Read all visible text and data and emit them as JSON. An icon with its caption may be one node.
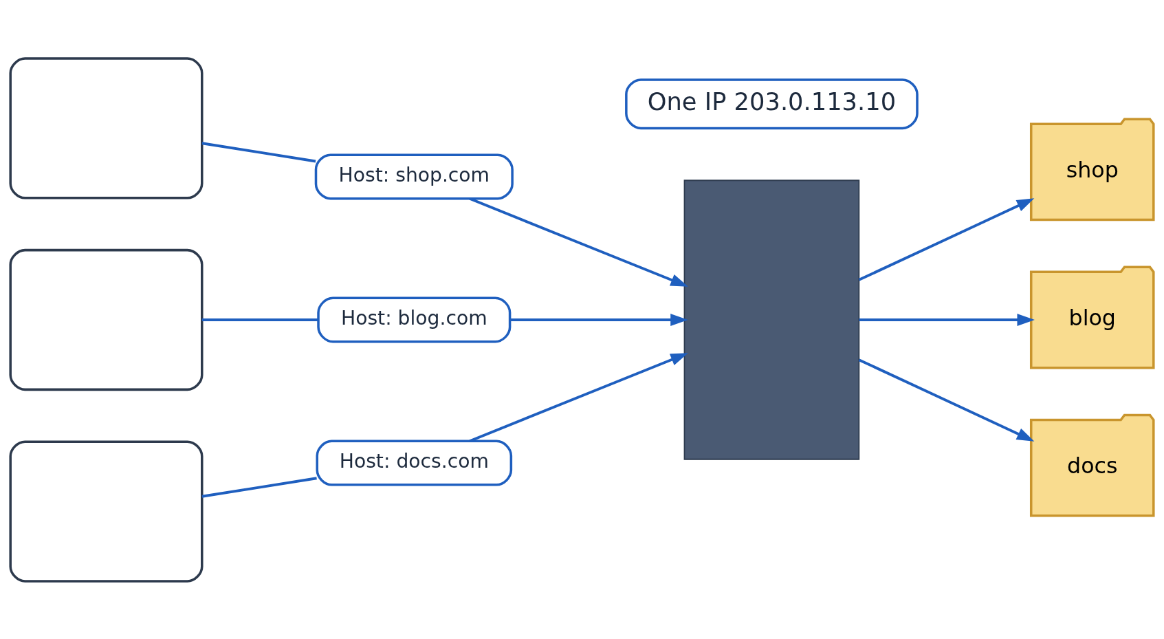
{
  "diagram": {
    "nodes": [
      {
        "text": [],
        "shape": "box"
      },
      {
        "text": [],
        "shape": "box"
      },
      {
        "text": [],
        "shape": "box"
      },
      {
        "text": [
          "Host: shop.com"
        ]
      },
      {
        "text": [
          "Host: blog.com"
        ]
      },
      {
        "text": [
          "Host: docs.com"
        ]
      },
      {
        "text": [],
        "shape": "box"
      },
      {
        "text": [
          "One IP 203.0.113.10"
        ]
      },
      {
        "text": [
          "shop"
        ]
      },
      {
        "text": [
          "blog"
        ]
      },
      {
        "text": [
          "docs"
        ]
      }
    ],
    "edges": [
      {
        "from": 0,
        "to": 3,
        "arrow": "none"
      },
      {
        "from": 1,
        "to": 4,
        "arrow": "none"
      },
      {
        "from": 2,
        "to": 5,
        "arrow": "none"
      },
      {
        "from": 3,
        "to": 6,
        "arrow": "to"
      },
      {
        "from": 4,
        "to": 6,
        "arrow": "to"
      },
      {
        "from": 5,
        "to": 6,
        "arrow": "to"
      },
      {
        "from": 6,
        "to": 8,
        "arrow": "to"
      },
      {
        "from": 6,
        "to": 9,
        "arrow": "to"
      },
      {
        "from": 6,
        "to": 10,
        "arrow": "to"
      }
    ]
  }
}
